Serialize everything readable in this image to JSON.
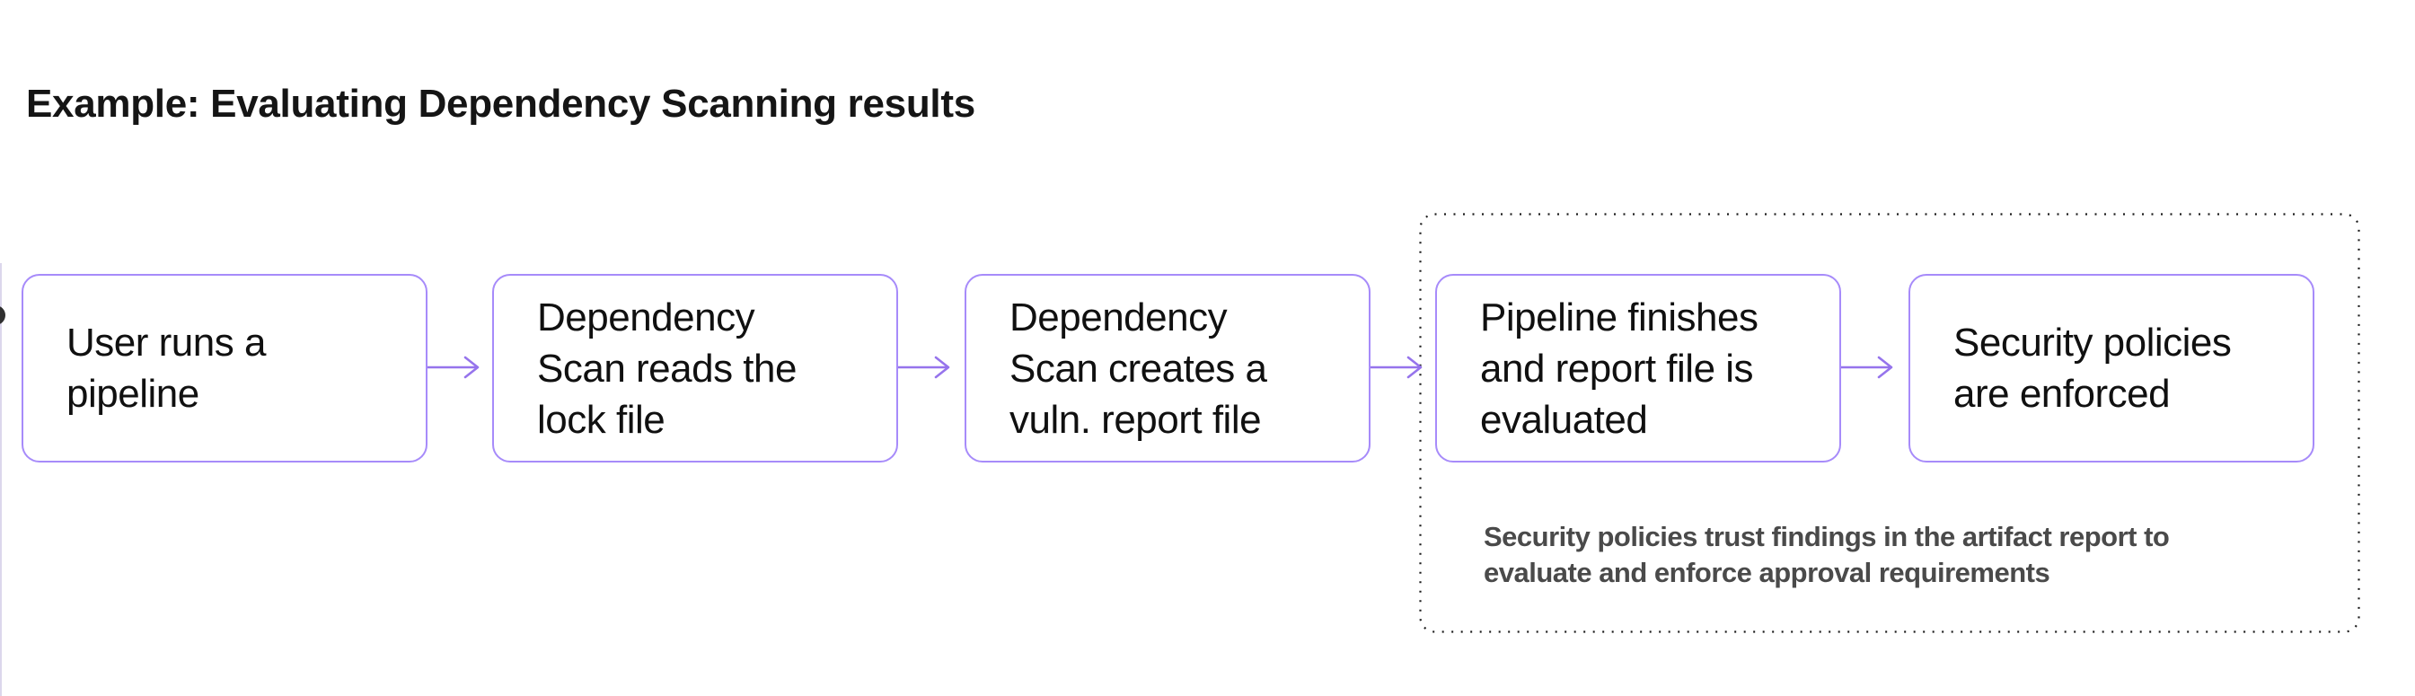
{
  "colors": {
    "background": "#ffffff",
    "box_border": "#a78bfa",
    "arrow": "#9674ec",
    "group_border": "#1c1c1c",
    "title_text": "#151515",
    "box_text": "#101010",
    "annotation_text": "#4a4a4a"
  },
  "title": {
    "text": "Example: Evaluating Dependency Scanning results"
  },
  "flow": {
    "boxes": [
      {
        "name": "user-runs-pipeline",
        "label": "User runs a\npipeline"
      },
      {
        "name": "dependency-scan-reads-lock-file",
        "label": "Dependency\nScan reads the\nlock file"
      },
      {
        "name": "dependency-scan-creates-report",
        "label": "Dependency\nScan creates a\nvuln. report file"
      },
      {
        "name": "pipeline-finishes-report-evaluated",
        "label": "Pipeline finishes\nand report file is\nevaluated"
      },
      {
        "name": "security-policies-enforced",
        "label": "Security policies\nare enforced"
      }
    ],
    "connector_style": "arrow-right",
    "connector_count": 4,
    "group": {
      "annotation": "Security policies trust findings in the artifact report to\nevaluate and enforce approval requirements"
    }
  }
}
